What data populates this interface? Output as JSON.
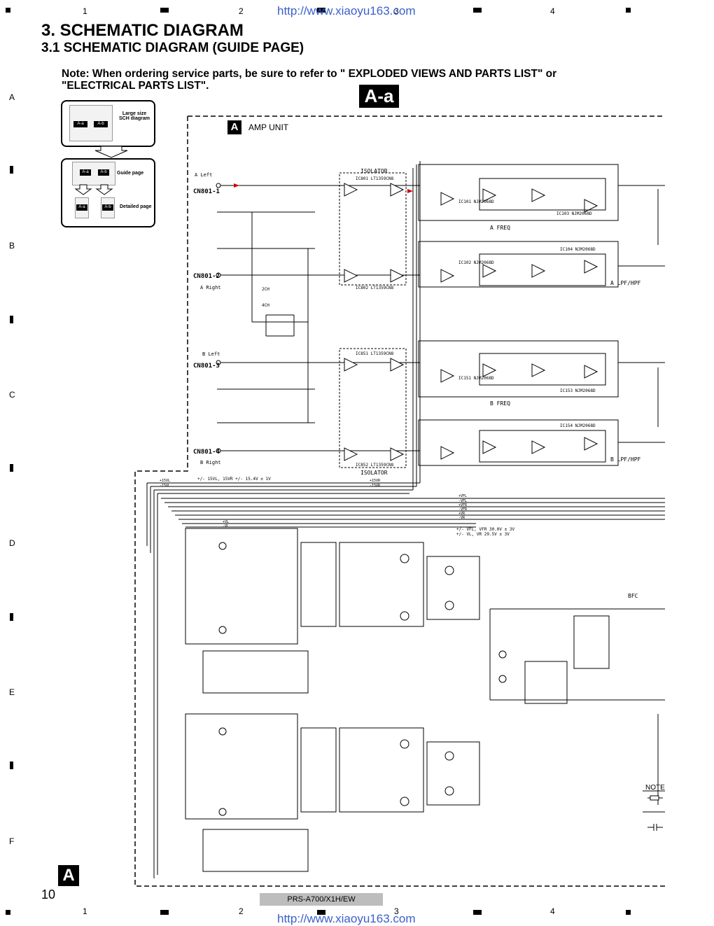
{
  "header": {
    "url_top": "http://www.xiaoyu163.com",
    "url_bottom": "http://www.xiaoyu163.com",
    "title": "3. SCHEMATIC DIAGRAM",
    "subtitle": "3.1 SCHEMATIC DIAGRAM (GUIDE PAGE)",
    "note": "Note: When ordering service parts, be sure to refer to \" EXPLODED VIEWS AND PARTS LIST\" or \"ELECTRICAL PARTS LIST\".",
    "sheet_tag": "A-a"
  },
  "grid": {
    "columns": [
      "1",
      "2",
      "3",
      "4"
    ],
    "rows": [
      "A",
      "B",
      "C",
      "D",
      "E",
      "F"
    ]
  },
  "guide": {
    "large_size_label": "Large size SCH diagram",
    "guide_page_label": "Guide page",
    "detailed_page_label": "Detailed page",
    "tile_a": "A-a",
    "tile_b": "A-b"
  },
  "schematic": {
    "unit_letter": "A",
    "unit_name": "AMP UNIT",
    "connectors": [
      "CN801-1",
      "CN801-2",
      "CN801-3",
      "CN801-4"
    ],
    "inputs": [
      "A Left",
      "A Right",
      "B Left",
      "B Right"
    ],
    "isolator_label": "ISOLATOR",
    "freq_labels": [
      "A FREQ",
      "B FREQ"
    ],
    "filter_labels": [
      "A LPF/HPF",
      "B LPF/HPF"
    ],
    "ch_labels": [
      "2CH",
      "4CH"
    ],
    "ic_labels": [
      "IC801 LT1359CN8",
      "IC802 LT1359CN8",
      "IC851 LT1359CN8",
      "IC852 LT1359CN8",
      "IC101 NJM2068D",
      "IC102 NJM2068D",
      "IC103 NJM2068D",
      "IC104 NJM2068D",
      "IC151 NJM2068D",
      "IC153 NJM2068D",
      "IC154 NJM2068D"
    ],
    "rail_labels": [
      "+15VL",
      "-15VL",
      "+15VR",
      "-15VR",
      "+VFL",
      "-VFL",
      "+VFR",
      "-VFR",
      "+VL",
      "-VL",
      "+VR",
      "-VR"
    ],
    "supply_note_1": "+/- 15VL, 15VR   +/- 15.4V ± 1V",
    "supply_note_2": "+/- VFL, VFR      30.0V ± 3V",
    "supply_note_3": "+/- VL, VR          29.5V ± 3V",
    "bfc_label": "BFC",
    "note_label": "NOTE"
  },
  "footer": {
    "page_number": "10",
    "model": "PRS-A700/X1H/EW",
    "bottom_tag": "A"
  }
}
